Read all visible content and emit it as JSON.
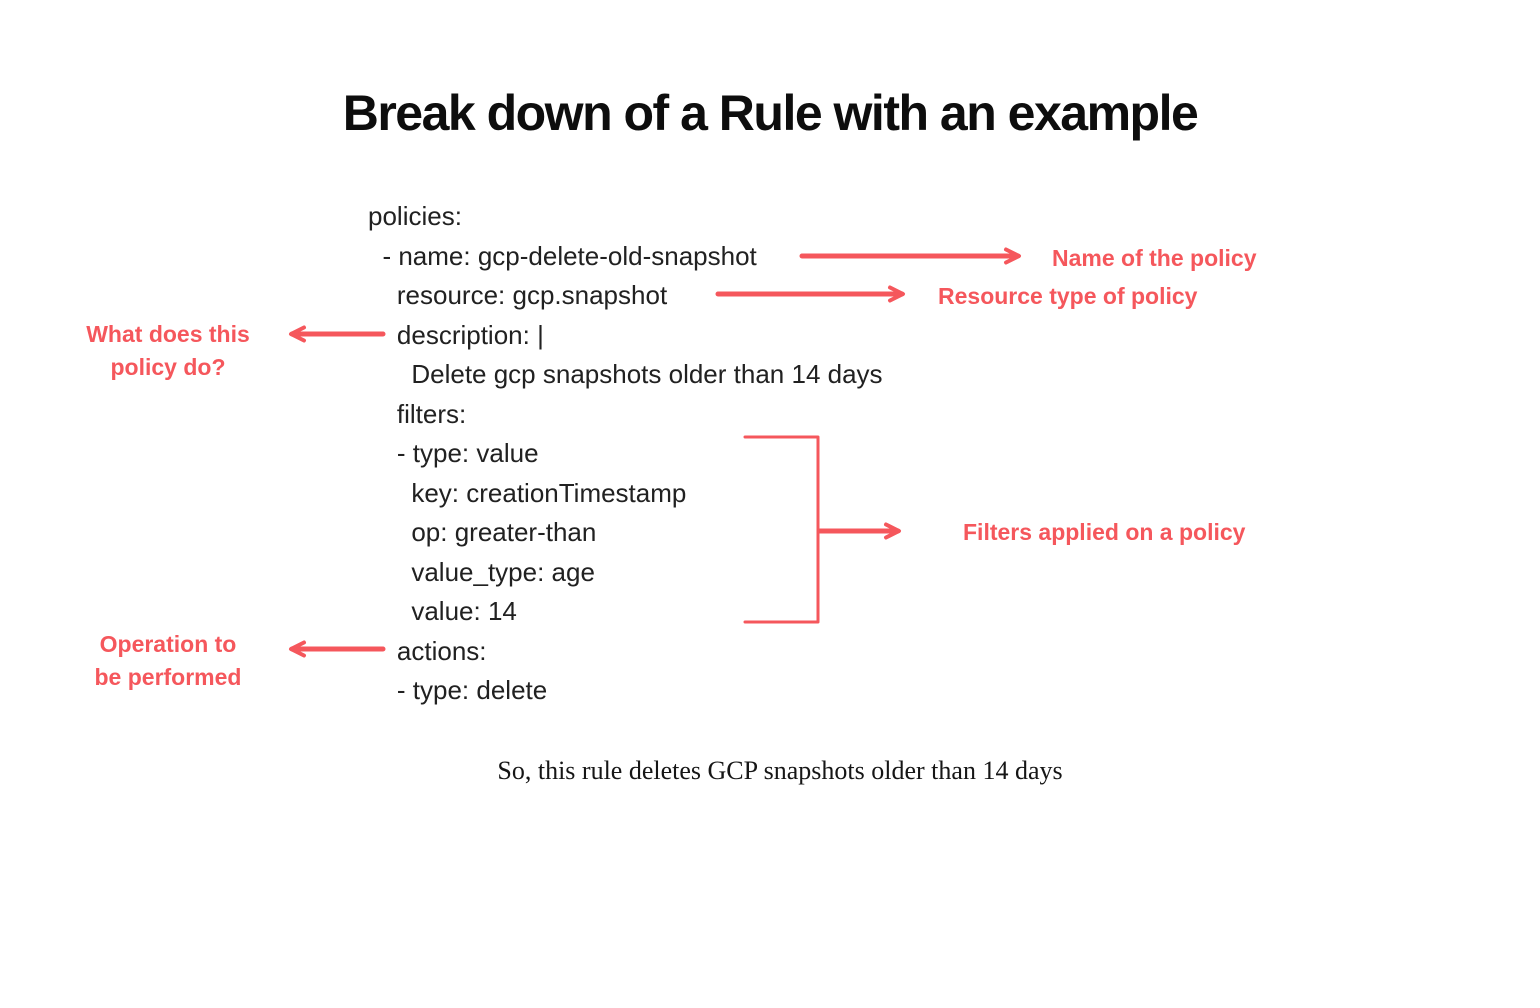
{
  "title": "Break down of a Rule with an example",
  "accent_color": "#f5575c",
  "text_color": "#212121",
  "code": {
    "lines": [
      "policies:",
      "  - name: gcp-delete-old-snapshot",
      "    resource: gcp.snapshot",
      "    description: |",
      "      Delete gcp snapshots older than 14 days",
      "    filters:",
      "    - type: value",
      "      key: creationTimestamp",
      "      op: greater-than",
      "      value_type: age",
      "      value: 14",
      "    actions:",
      "    - type: delete"
    ]
  },
  "annotations": {
    "name_of_policy": "Name of the policy",
    "resource_type": "Resource type of policy",
    "description": "What does this\npolicy do?",
    "filters": "Filters applied on a policy",
    "actions": "Operation to\nbe performed"
  },
  "caption": "So, this rule deletes GCP snapshots older than 14 days"
}
